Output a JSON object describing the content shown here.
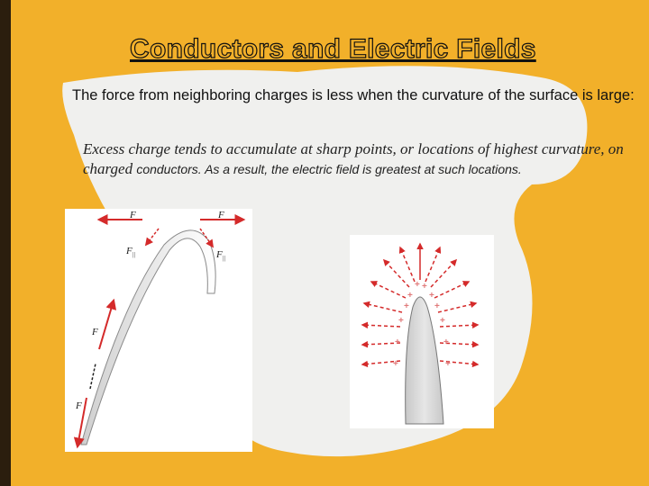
{
  "slide": {
    "title": "Conductors and Electric Fields",
    "paragraph": "The force from neighboring charges is less when the curvature of the surface is large:",
    "quote_serif": "Excess charge tends to accumulate at sharp points, or locations of highest curvature, on charged ",
    "quote_sans": "conductors. As a result, the electric field is greatest at such locations."
  },
  "figure1": {
    "force_label": "F",
    "parallel_label": "F",
    "parallel_sub": "||"
  },
  "figure2": {
    "charge_symbol": "+"
  },
  "colors": {
    "background": "#F2B02A",
    "blob": "#F0F0EE",
    "arrow": "#D42A2A",
    "charge": "#E07A7A"
  }
}
